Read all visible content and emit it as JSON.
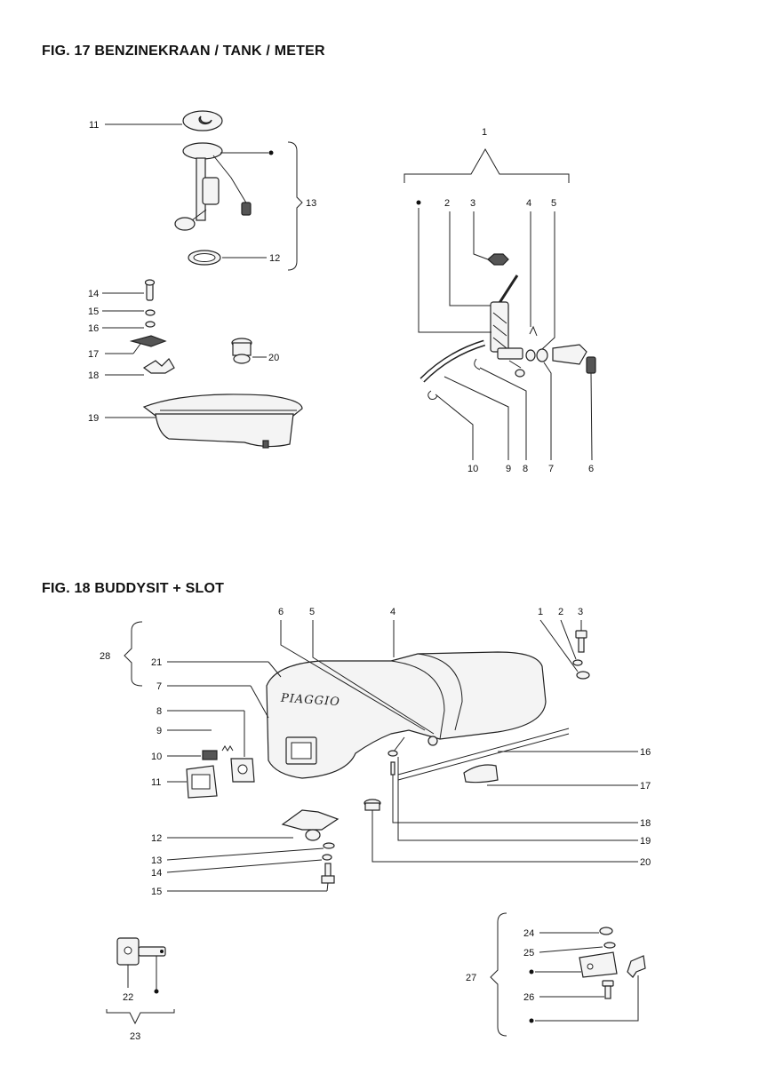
{
  "fig17": {
    "title": "FIG. 17 BENZINEKRAAN / TANK / METER",
    "labels": [
      "11",
      "12",
      "13",
      "14",
      "15",
      "16",
      "17",
      "18",
      "19",
      "20",
      "1",
      "2",
      "3",
      "4",
      "5",
      "10",
      "9",
      "8",
      "7",
      "6"
    ]
  },
  "fig18": {
    "title": "FIG. 18 BUDDYSIT + SLOT",
    "brand": "PIAGGIO",
    "labels": [
      "6",
      "5",
      "4",
      "1",
      "2",
      "3",
      "28",
      "21",
      "7",
      "8",
      "9",
      "10",
      "11",
      "16",
      "17",
      "18",
      "19",
      "20",
      "12",
      "13",
      "14",
      "15",
      "22",
      "23",
      "24",
      "25",
      "27",
      "26"
    ]
  }
}
